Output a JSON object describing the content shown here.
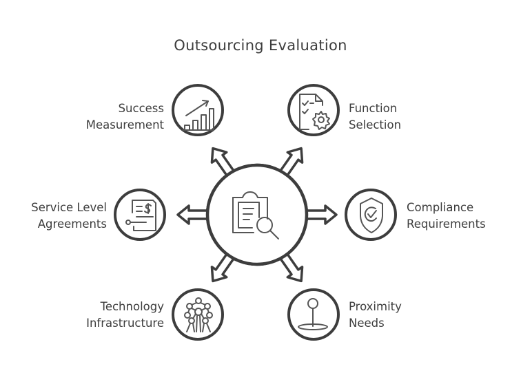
{
  "title": "Outsourcing Evaluation",
  "colors": {
    "stroke": "#3d3d3d",
    "icon": "#555555",
    "background": "#ffffff",
    "text": "#3d3d3d"
  },
  "center": {
    "icon": "clipboard-search-icon"
  },
  "nodes": [
    {
      "id": "success-measurement",
      "line1": "Success",
      "line2": "Measurement",
      "icon": "growth-chart-icon",
      "position": "top-left"
    },
    {
      "id": "function-selection",
      "line1": "Function",
      "line2": "Selection",
      "icon": "document-gear-icon",
      "position": "top-right"
    },
    {
      "id": "service-level-agreements",
      "line1": "Service Level",
      "line2": "Agreements",
      "icon": "contract-dollar-icon",
      "position": "middle-left"
    },
    {
      "id": "compliance-requirements",
      "line1": "Compliance",
      "line2": "Requirements",
      "icon": "shield-check-icon",
      "position": "middle-right"
    },
    {
      "id": "technology-infrastructure",
      "line1": "Technology",
      "line2": "Infrastructure",
      "icon": "network-structure-icon",
      "position": "bottom-left"
    },
    {
      "id": "proximity-needs",
      "line1": "Proximity",
      "line2": "Needs",
      "icon": "location-pin-icon",
      "position": "bottom-right"
    }
  ]
}
